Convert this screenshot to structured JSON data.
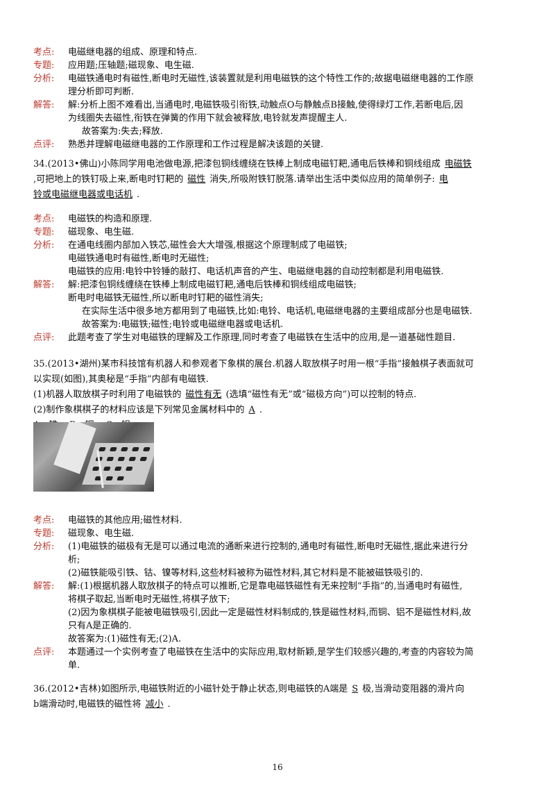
{
  "labels": {
    "kaodian": "考点:",
    "zhuanti": "专题:",
    "fenxi": "分析:",
    "jieda": "解答:",
    "dianping": "点评:"
  },
  "block1": {
    "kaodian": "电磁继电器的组成、原理和特点.",
    "zhuanti": "应用题;压轴题;磁现象、电生磁.",
    "fenxi": [
      "电磁铁通电时有磁性,断电时无磁性,该装置就是利用电磁铁的这个特性工作的;故据电磁继电器的工作原",
      "理分析即可判断."
    ],
    "jieda": [
      "解:分析上图不难看出,当通电时,电磁铁吸引衔铁,动触点O与静触点B接触,使得绿灯工作,若断电后,因",
      "为线圈失去磁性,衔铁在弹簧的作用下就会被释放,电铃就发声提醒主人.",
      "故答案为:失去;释放."
    ],
    "dianping": "熟悉并理解电磁继电器的工作原理和工作过程是解决该题的关键."
  },
  "q34": {
    "l1_a": "34.(2013•佛山)小陈同学用电池做电源,把漆包铜线缠绕在铁棒上制成电磁钉耙,通电后铁棒和铜线组成",
    "ans1": "电磁铁",
    "l2_a": ",可把地上的铁钉吸上来,断电时钉耙的",
    "ans2": "磁性",
    "l2_b": "消失,所吸附铁钉脱落.请举出生活中类似应用的简单例子:",
    "ans3a": "电",
    "ans3b": "铃或电磁继电器或电话机",
    "l3_end": "."
  },
  "block2": {
    "kaodian": "电磁铁的构造和原理.",
    "zhuanti": "磁现象、电生磁.",
    "fenxi": [
      "在通电线圈内部加入铁芯,磁性会大大增强,根据这个原理制成了电磁铁;",
      "电磁铁通电时有磁性,断电时无磁性;",
      "电磁铁的应用:电铃中铃锤的敲打、电话机声音的产生、电磁继电器的自动控制都是利用电磁铁."
    ],
    "jieda": [
      "解:把漆包铜线缠绕在铁棒上制成电磁钉耙,通电后铁棒和铜线组成电磁铁;",
      "断电时电磁铁无磁性,所以断电时钉耙的磁性消失;",
      "在实际生活中很多地方都用到了电磁铁,比如:电铃、电话机,电磁继电器的主要组成部分也是电磁铁.",
      "故答案为:电磁铁;磁性;电铃或电磁继电器或电话机."
    ],
    "dianping": "此题考查了学生对电磁铁的理解及工作原理,同时考查了电磁铁在生活中的应用,是一道基础性题目."
  },
  "q35": {
    "l1": "35.(2013•湖州)某市科技馆有机器人和参观者下象棋的展台.机器人取放棋子时用一根“手指”接触棋子表面就可",
    "l2": "以实现(如图),其奥秘是“手指”内部有电磁铁.",
    "s1_a": "(1)机器人取放棋子时利用了电磁铁的",
    "s1_ans": "磁性有无",
    "s1_b": "(选填“磁性有无”或“磁极方向”)可以控制的特点.",
    "s2_a": "(2)制作象棋棋子的材料应该是下列常见金属材料中的",
    "s2_ans": "A",
    "s2_b": ".",
    "options": "A、铁    B、铜    C、铝."
  },
  "block3": {
    "kaodian": "电磁铁的其他应用;磁性材料.",
    "zhuanti": "磁现象、电生磁.",
    "fenxi": [
      "(1)电磁铁的磁极有无是可以通过电流的通断来进行控制的,通电时有磁性,断电时无磁性,据此来进行分",
      "析;",
      "(2)磁铁能吸引铁、钴、镍等材料,这些材料被称为磁性材料,其它材料是不能被磁铁吸引的."
    ],
    "jieda": [
      "解:(1)根据机器人取放棋子的特点可以推断,它是靠电磁铁磁性有无来控制“手指”的,当通电时有磁性,",
      "将棋子取起,当断电时无磁性,将棋子放下;",
      "(2)因为象棋棋子能被电磁铁吸引,因此一定是磁性材料制成的,铁是磁性材料,而铜、铝不是磁性材料,故",
      "只有A是正确的.",
      "故答案为:(1)磁性有无;(2)A."
    ],
    "dianping": [
      "本题通过一个实例考查了电磁铁在生活中的实际应用,取材新颖,是学生们较感兴趣的,考查的内容较为简",
      "单."
    ]
  },
  "q36": {
    "l1_a": "36.(2012•吉林)如图所示,电磁铁附近的小磁针处于静止状态,则电磁铁的A端是",
    "ans1": "S",
    "l1_b": "极,当滑动变阻器的滑片向",
    "l2_a": "b端滑动时,电磁铁的磁性将",
    "ans2": "减小",
    "l2_b": "."
  },
  "page_number": "16"
}
